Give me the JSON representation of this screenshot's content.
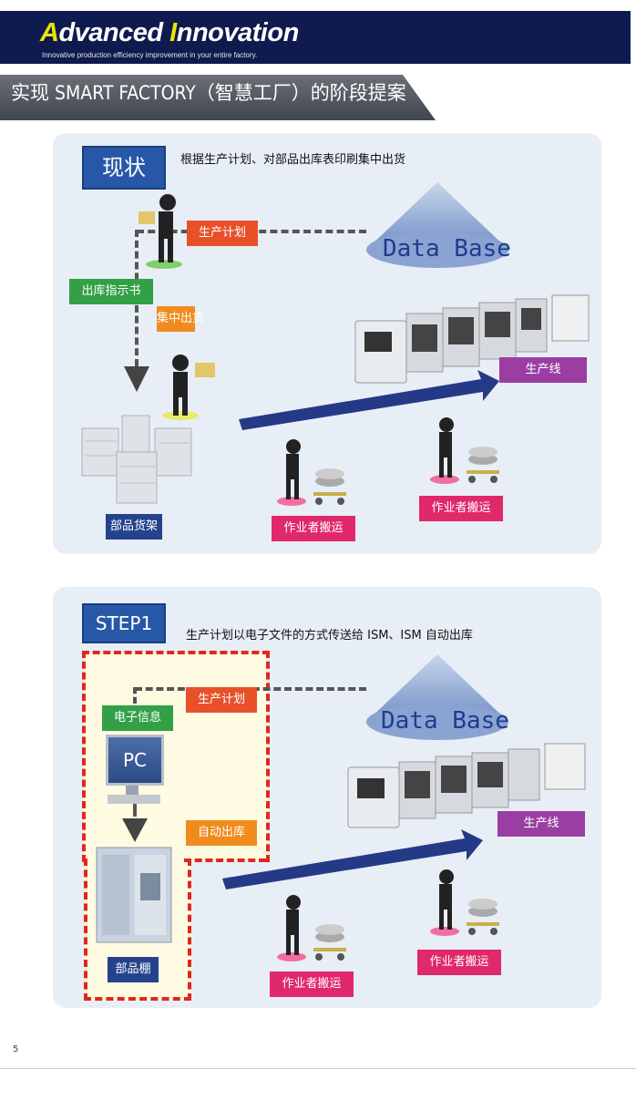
{
  "header": {
    "brand_a": "A",
    "brand_dvanced": "dvanced ",
    "brand_i": "I",
    "brand_nnovation": "nnovation",
    "tagline": "Innovative production efficiency improvement in your entire factory.",
    "colors": {
      "bar": "#0f1a4e",
      "accent": "#e8e600"
    }
  },
  "page_title": "实现 SMART FACTORY（智慧工厂）的阶段提案",
  "stage1": {
    "badge": "现状",
    "description": "根据生产计划、对部品出库表印刷集中出货",
    "db_label": "Data Base",
    "labels": {
      "plan": "生产计划",
      "instruction": "出库指示书",
      "dispatch": "集中出货",
      "line": "生产线",
      "shelf": "部品货架",
      "worker_a": "作业者搬运",
      "worker_b": "作业者搬运"
    }
  },
  "stage2": {
    "badge": "STEP1",
    "description": "生产计划以电子文件的方式传送给 ISM、ISM 自动出库",
    "db_label": "Data Base",
    "labels": {
      "plan": "生产计划",
      "e_info": "电子信息",
      "pc": "PC",
      "auto_out": "自动出库",
      "line": "生产线",
      "shelf": "部品棚",
      "worker_a": "作业者搬运",
      "worker_b": "作业者搬运"
    }
  },
  "page_number": "5"
}
